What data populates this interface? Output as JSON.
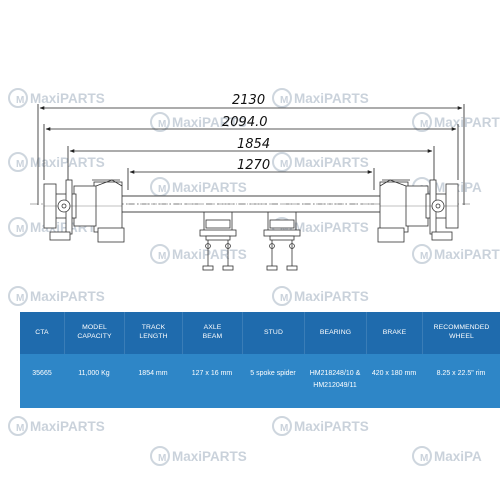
{
  "watermark": {
    "brand_prefix": "Maxi",
    "brand_suffix": "PARTS",
    "partial_text": "MaxiPA"
  },
  "colors": {
    "header_bg": "#1f6bad",
    "row_bg": "#2e86c7",
    "line": "#333333",
    "watermark": "#b9c4d0"
  },
  "dimensions": {
    "overall_width": "2130",
    "hub_face_width": "2094.0",
    "track_length": "1854",
    "spring_centres": "1270"
  },
  "specs": {
    "headers": [
      "CTA",
      "Model\nCapacity",
      "Track\nLength",
      "Axle\nBeam",
      "Stud",
      "Bearing",
      "Brake",
      "Recommended\nWheel"
    ],
    "row": {
      "cta": "35665",
      "model_capacity": "11,000 Kg",
      "track_length": "1854 mm",
      "axle_beam": "127 x 16 mm",
      "stud": "5 spoke spider",
      "bearing": "HM218248/10 &\nHM212049/11",
      "brake": "420 x 180 mm",
      "recommended_wheel": "8.25 x 22.5\" rim"
    }
  }
}
